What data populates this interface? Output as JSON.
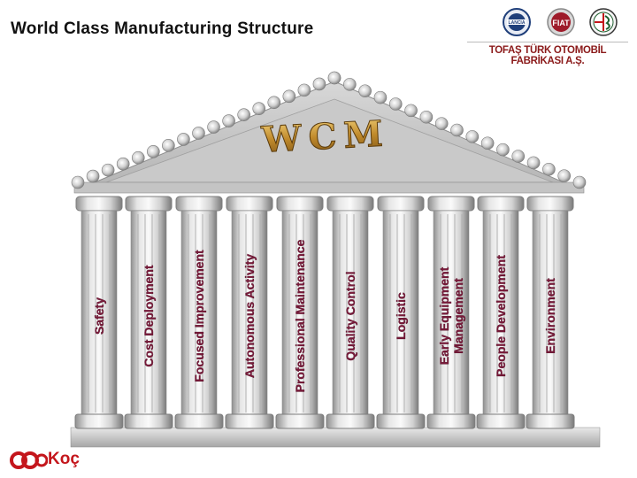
{
  "title": "World Class Manufacturing Structure",
  "company": "TOFAŞ TÜRK OTOMOBİL FABRİKASI A.Ş.",
  "brands": [
    {
      "name": "LANCIA",
      "icon": "lancia-logo",
      "color": "#1f3f7a"
    },
    {
      "name": "FIAT",
      "icon": "fiat-logo",
      "color": "#9e1b2a"
    },
    {
      "name": "",
      "icon": "alfa-romeo-logo",
      "color": "#1f5f2f"
    }
  ],
  "pediment_text": "WCM",
  "pillars": [
    {
      "lines": [
        "Safety"
      ]
    },
    {
      "lines": [
        "Cost Deployment"
      ]
    },
    {
      "lines": [
        "Focused Improvement"
      ]
    },
    {
      "lines": [
        "Autonomous Activity"
      ]
    },
    {
      "lines": [
        "Professional Maintenance"
      ]
    },
    {
      "lines": [
        "Quality Control"
      ]
    },
    {
      "lines": [
        "Logistic"
      ]
    },
    {
      "lines": [
        "Early Equipment",
        "Management"
      ]
    },
    {
      "lines": [
        "People Development"
      ]
    },
    {
      "lines": [
        "Environment"
      ]
    }
  ],
  "footer_logo": "Koç",
  "colors": {
    "label": "#7a1a3a",
    "wcm": "#b8862a",
    "koc": "#c4161c"
  }
}
